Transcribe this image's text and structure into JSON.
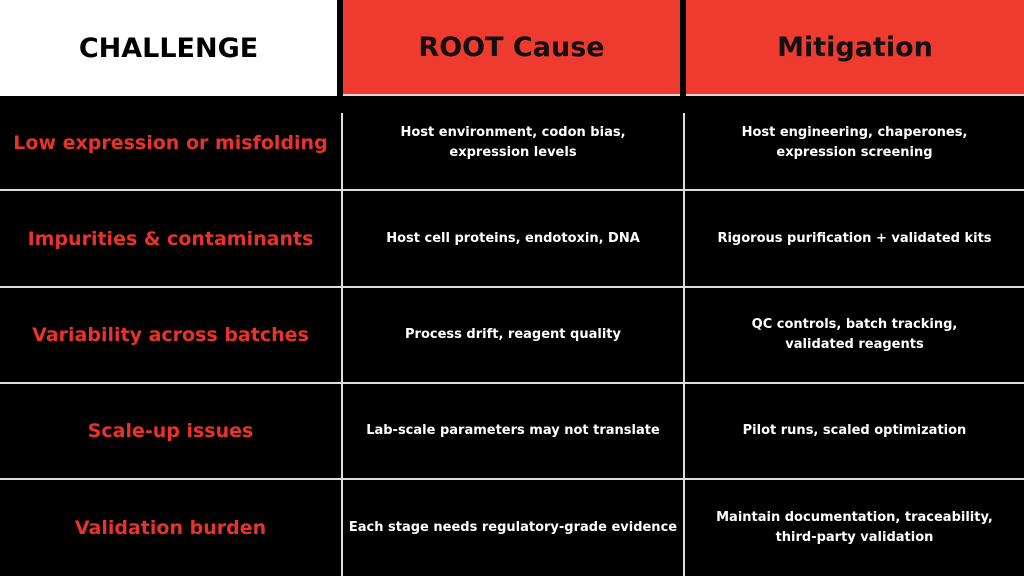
{
  "header": {
    "challenge": "CHALLENGE",
    "root_cause": "ROOT Cause",
    "mitigation": "Mitigation"
  },
  "rows": [
    {
      "challenge": "Low expression or misfolding",
      "root_cause": "Host environment, codon bias,\nexpression levels",
      "mitigation": "Host engineering, chaperones,\nexpression screening"
    },
    {
      "challenge": "Impurities & contaminants",
      "root_cause": "Host cell proteins, endotoxin, DNA",
      "mitigation": "Rigorous purification + validated kits"
    },
    {
      "challenge": "Variability across batches",
      "root_cause": "Process drift, reagent quality",
      "mitigation": "QC controls, batch tracking,\nvalidated reagents"
    },
    {
      "challenge": "Scale-up issues",
      "root_cause": "Lab-scale parameters may not translate",
      "mitigation": "Pilot runs, scaled optimization"
    },
    {
      "challenge": "Validation burden",
      "root_cause": "Each stage needs regulatory-grade evidence",
      "mitigation": "Maintain documentation, traceability,\nthird-party validation"
    }
  ],
  "colors": {
    "accent": "#ef3a2f",
    "background": "#000000"
  }
}
